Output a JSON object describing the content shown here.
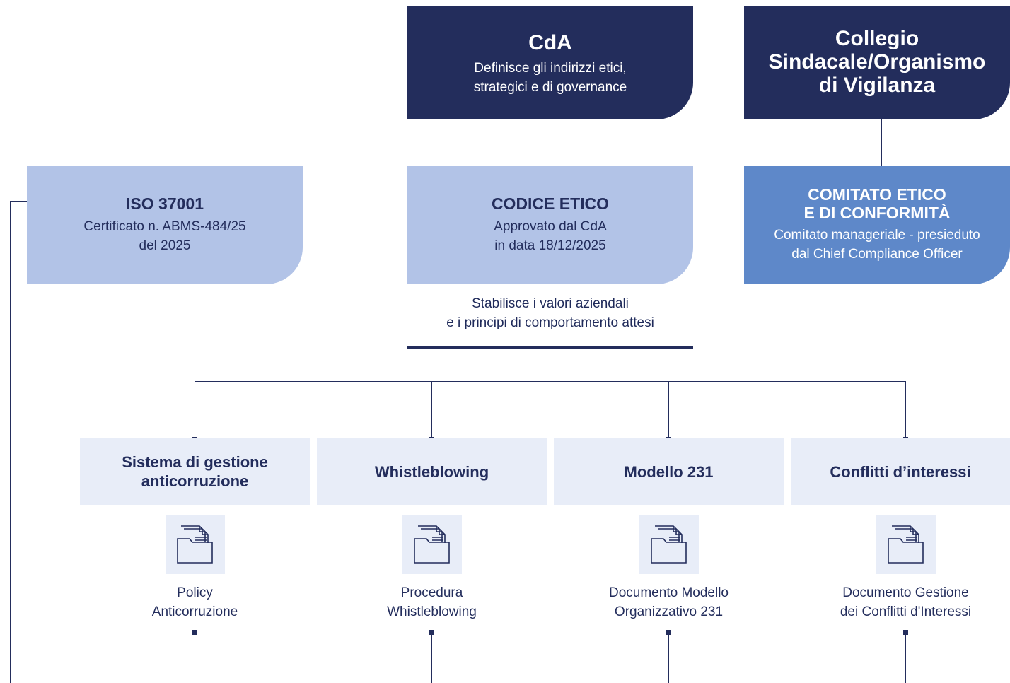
{
  "cda": {
    "title": "CdA",
    "desc_1": "Definisce gli indirizzi etici,",
    "desc_2": "strategici e di governance"
  },
  "collegio": {
    "title_1": "Collegio",
    "title_2": "Sindacale/Organismo",
    "title_3": "di Vigilanza"
  },
  "iso": {
    "title": "ISO 37001",
    "desc_1": "Certificato n. ABMS-484/25",
    "desc_2": "del 2025"
  },
  "codice": {
    "title": "CODICE ETICO",
    "desc_1": "Approvato dal CdA",
    "desc_2": "in data 18/12/2025"
  },
  "comitato": {
    "title_1": "COMITATO ETICO",
    "title_2": "E DI CONFORMITÀ",
    "desc_1": "Comitato manageriale - presieduto",
    "desc_2": "dal Chief Compliance Officer"
  },
  "values_note": {
    "line_1": "Stabilisce i valori aziendali",
    "line_2": "e i principi di comportamento attesi"
  },
  "topics": [
    {
      "title_1": "Sistema di gestione",
      "title_2": "anticorruzione",
      "doc_1": "Policy",
      "doc_2": "Anticorruzione",
      "icon": "folder-document-icon"
    },
    {
      "title_1": "Whistleblowing",
      "title_2": "",
      "doc_1": "Procedura",
      "doc_2": "Whistleblowing",
      "icon": "folder-document-icon"
    },
    {
      "title_1": "Modello 231",
      "title_2": "",
      "doc_1": "Documento Modello",
      "doc_2": "Organizzativo 231",
      "icon": "folder-document-icon"
    },
    {
      "title_1": "Conflitti d’interessi",
      "title_2": "",
      "doc_1": "Documento Gestione",
      "doc_2": "dei Conflitti d'Interessi",
      "icon": "folder-document-icon"
    }
  ],
  "colors": {
    "navy": "#232d5c",
    "light_blue": "#b2c3e7",
    "mid_blue": "#5e88c9",
    "pale": "#e8edf8"
  }
}
